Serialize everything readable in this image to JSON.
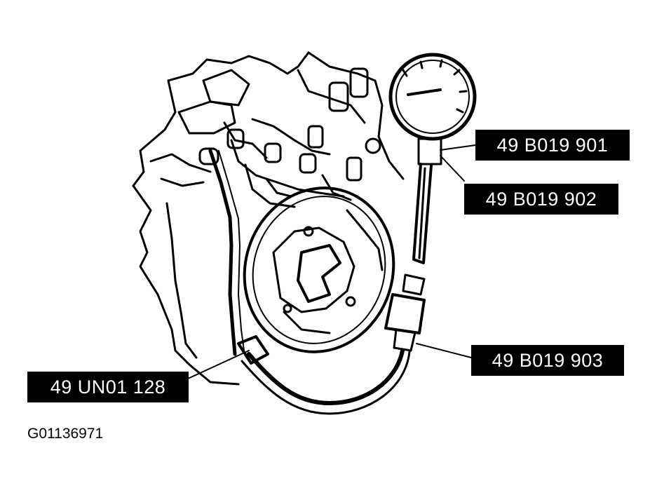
{
  "diagram": {
    "figure_id": "G01136971",
    "callouts": {
      "gauge": "49 B019 901",
      "gauge_fitting": "49 B019 902",
      "hose": "49 B019 903",
      "adapter": "49 UN01 128"
    }
  },
  "colors": {
    "ink": "#000000",
    "paper": "#ffffff"
  }
}
